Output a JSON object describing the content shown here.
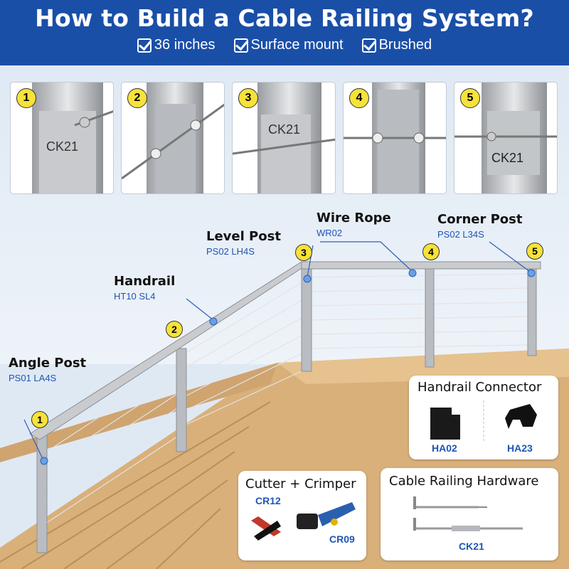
{
  "header": {
    "title": "How to Build a Cable Railing System?",
    "features": [
      "36 inches",
      "Surface mount",
      "Brushed"
    ]
  },
  "steps": [
    {
      "number": "1",
      "label": "CK21"
    },
    {
      "number": "2"
    },
    {
      "number": "3",
      "label": "CK21"
    },
    {
      "number": "4"
    },
    {
      "number": "5",
      "label": "CK21"
    }
  ],
  "callouts": {
    "angle_post": {
      "title": "Angle Post",
      "code": "PS01 LA4S",
      "badge": "1"
    },
    "handrail": {
      "title": "Handrail",
      "code": "HT10 SL4",
      "badge": "2"
    },
    "level_post": {
      "title": "Level Post",
      "code": "PS02 LH4S",
      "badge": "3"
    },
    "wire_rope": {
      "title": "Wire Rope",
      "code": "WR02",
      "badge": "4"
    },
    "corner_post": {
      "title": "Corner Post",
      "code": "PS02 L34S",
      "badge": "5"
    }
  },
  "handrail_connector": {
    "title": "Handrail Connector",
    "items": [
      "HA02",
      "HA23"
    ]
  },
  "cutter": {
    "title": "Cutter + Crimper",
    "items": [
      "CR12",
      "CR09"
    ]
  },
  "hardware": {
    "title": "Cable Railing Hardware",
    "item": "CK21"
  },
  "colors": {
    "brand_blue": "#1a4fa8",
    "badge_yellow": "#f7e23a",
    "code_blue": "#1f55b5",
    "wood": "#d9b07a"
  }
}
